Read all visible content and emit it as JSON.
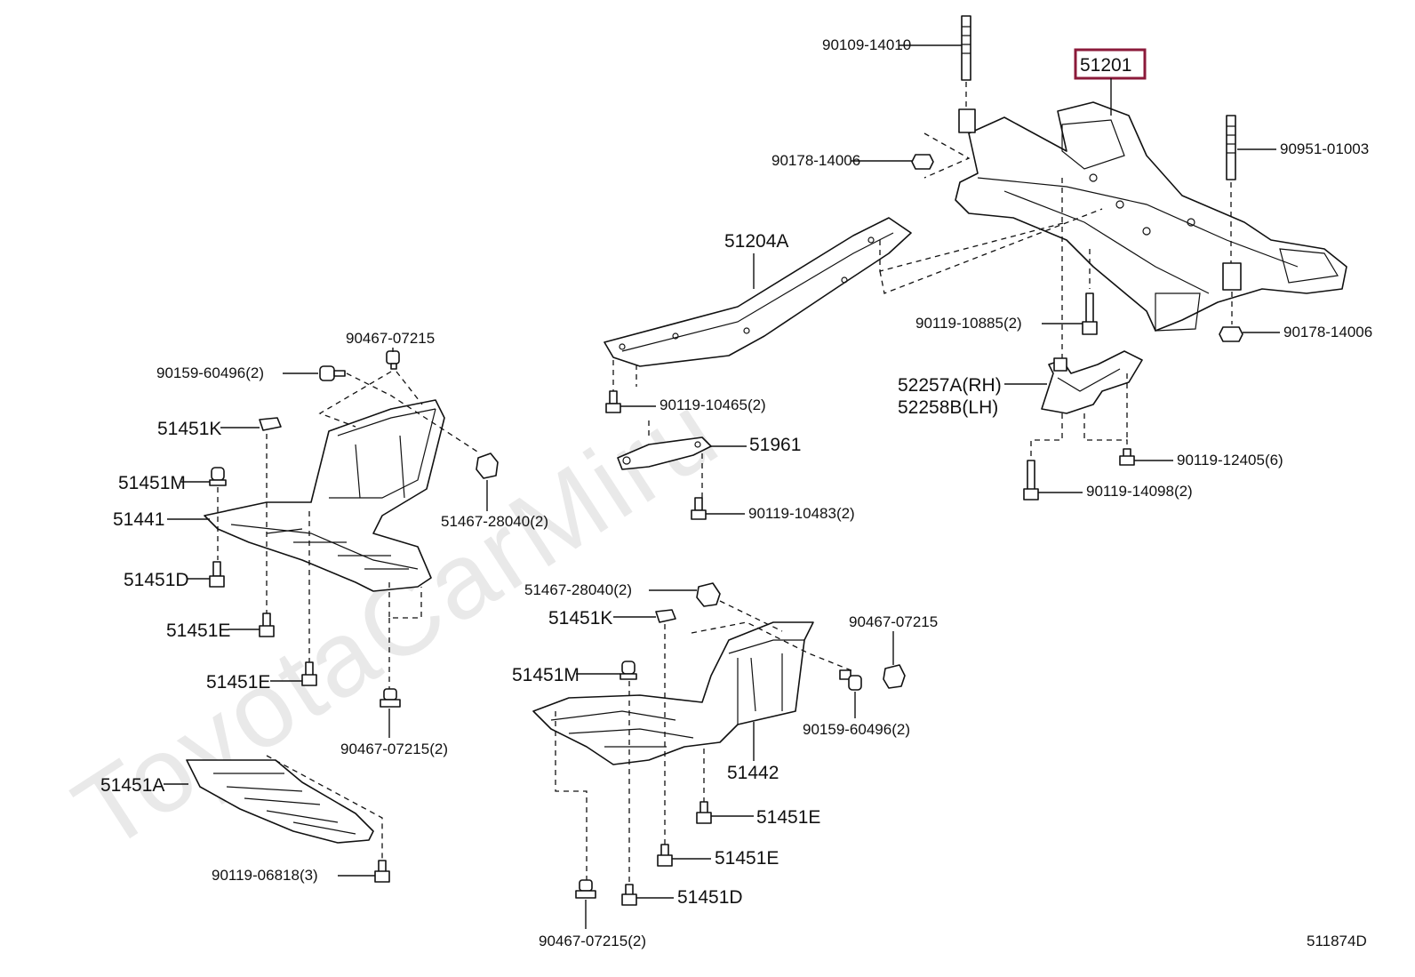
{
  "watermark": "ToyotaCarMiru",
  "diagram_code": "511874D",
  "highlighted_part": "51201",
  "labels": {
    "p90109_14010": "90109-14010",
    "p51201": "51201",
    "p90951_01003": "90951-01003",
    "p90178_14006_a": "90178-14006",
    "p90178_14006_b": "90178-14006",
    "p51204A": "51204A",
    "p90119_10885": "90119-10885(2)",
    "p52257A": "52257A(RH)",
    "p52258B": "52258B(LH)",
    "p90119_10465": "90119-10465(2)",
    "p51961": "51961",
    "p90119_12405": "90119-12405(6)",
    "p90119_14098": "90119-14098(2)",
    "p90119_10483": "90119-10483(2)",
    "p90467_07215_a": "90467-07215",
    "p90159_60496_a": "90159-60496(2)",
    "p51451K_a": "51451K",
    "p51451M_a": "51451M",
    "p51441": "51441",
    "p51467_28040_a": "51467-28040(2)",
    "p51451D_a": "51451D",
    "p51451E_a": "51451E",
    "p51451E_b": "51451E",
    "p90467_07215_b": "90467-07215(2)",
    "p51451A": "51451A",
    "p90119_06818": "90119-06818(3)",
    "p51467_28040_b": "51467-28040(2)",
    "p51451K_b": "51451K",
    "p90467_07215_c": "90467-07215",
    "p51451M_b": "51451M",
    "p90159_60496_b": "90159-60496(2)",
    "p51442": "51442",
    "p51451E_c": "51451E",
    "p51451E_d": "51451E",
    "p51451D_b": "51451D",
    "p90467_07215_d": "90467-07215(2)"
  }
}
